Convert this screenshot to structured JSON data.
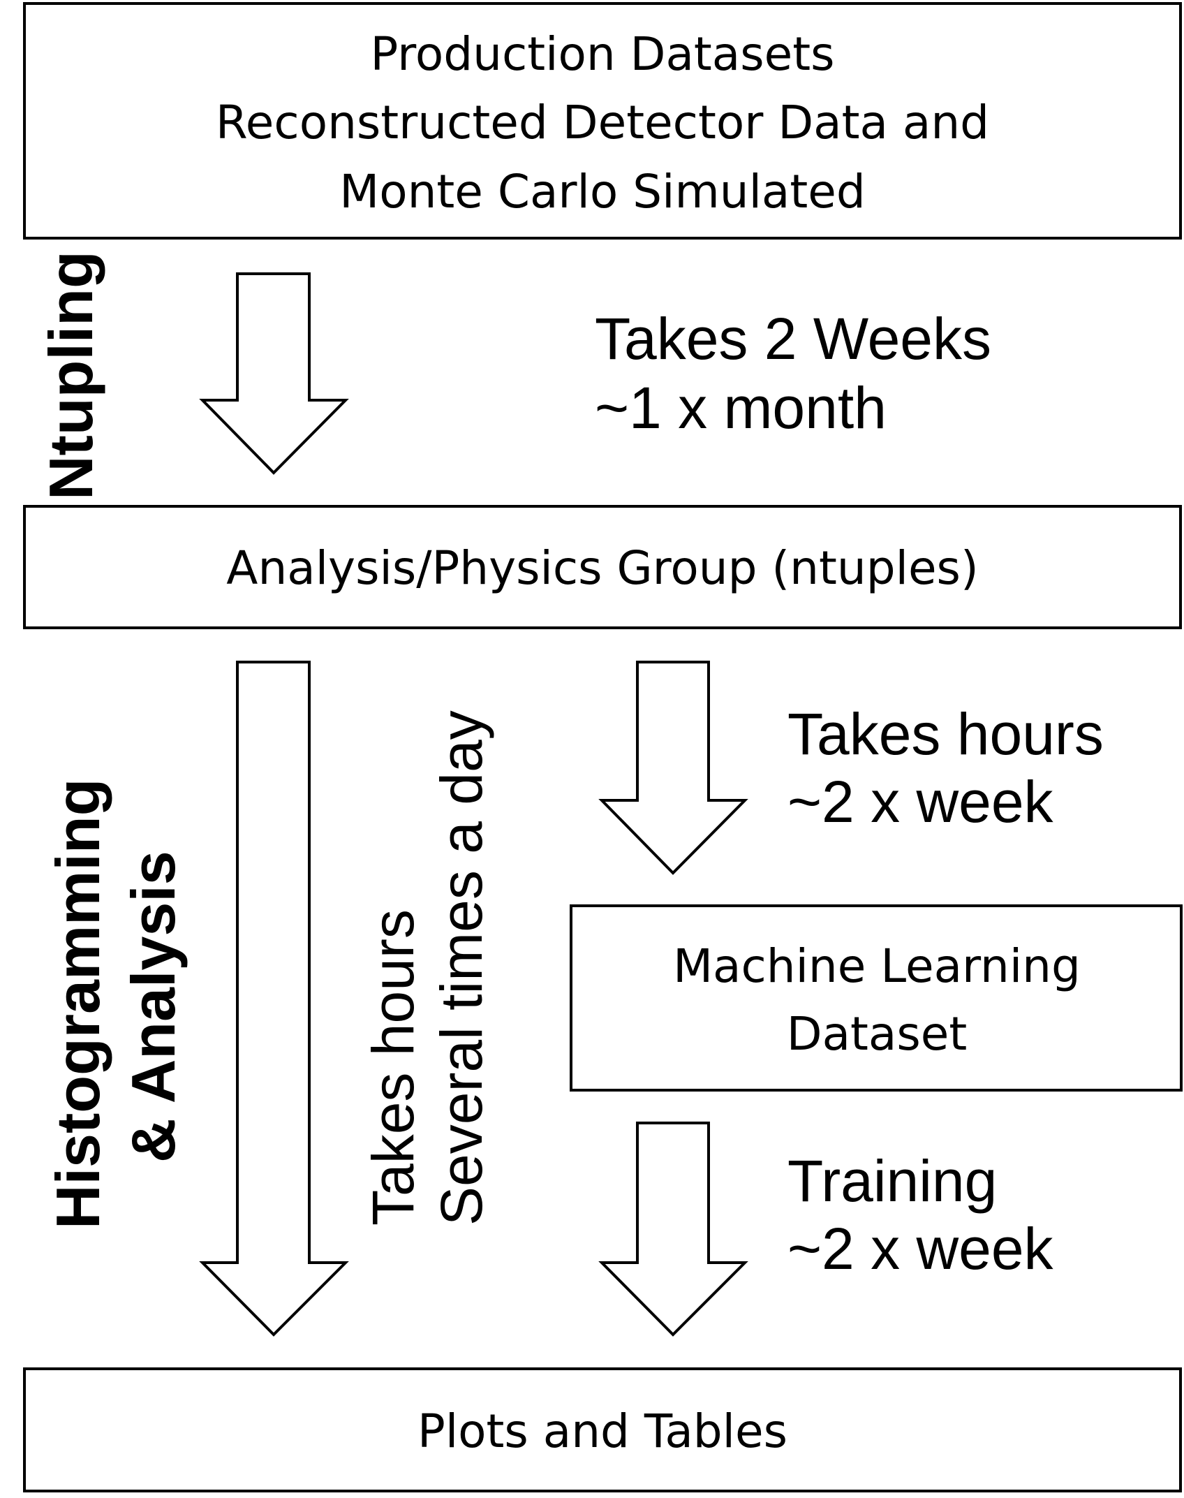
{
  "boxes": {
    "production": {
      "line1": "Production Datasets",
      "line2": "Reconstructed Detector Data and",
      "line3": "Monte Carlo Simulated"
    },
    "analysis_group": {
      "label": "Analysis/Physics Group (ntuples)"
    },
    "ml_dataset": {
      "line1": "Machine Learning",
      "line2": "Dataset"
    },
    "plots": {
      "label": "Plots and Tables"
    }
  },
  "side_labels": {
    "ntupling": "Ntupling",
    "histogramming_line1": "Histogramming",
    "histogramming_line2": "& Analysis"
  },
  "notes": {
    "ntupling_time": {
      "line1": "Takes 2 Weeks",
      "line2": "~1 x month"
    },
    "histogramming_time": {
      "line1": "Takes hours",
      "line2": "Several times a day"
    },
    "ml_prep_time": {
      "line1": "Takes hours",
      "line2": "~2 x week"
    },
    "training_time": {
      "line1": "Training",
      "line2": "~2 x week"
    }
  },
  "colors": {
    "stroke": "#000000",
    "fill": "#ffffff",
    "text": "#000000"
  }
}
